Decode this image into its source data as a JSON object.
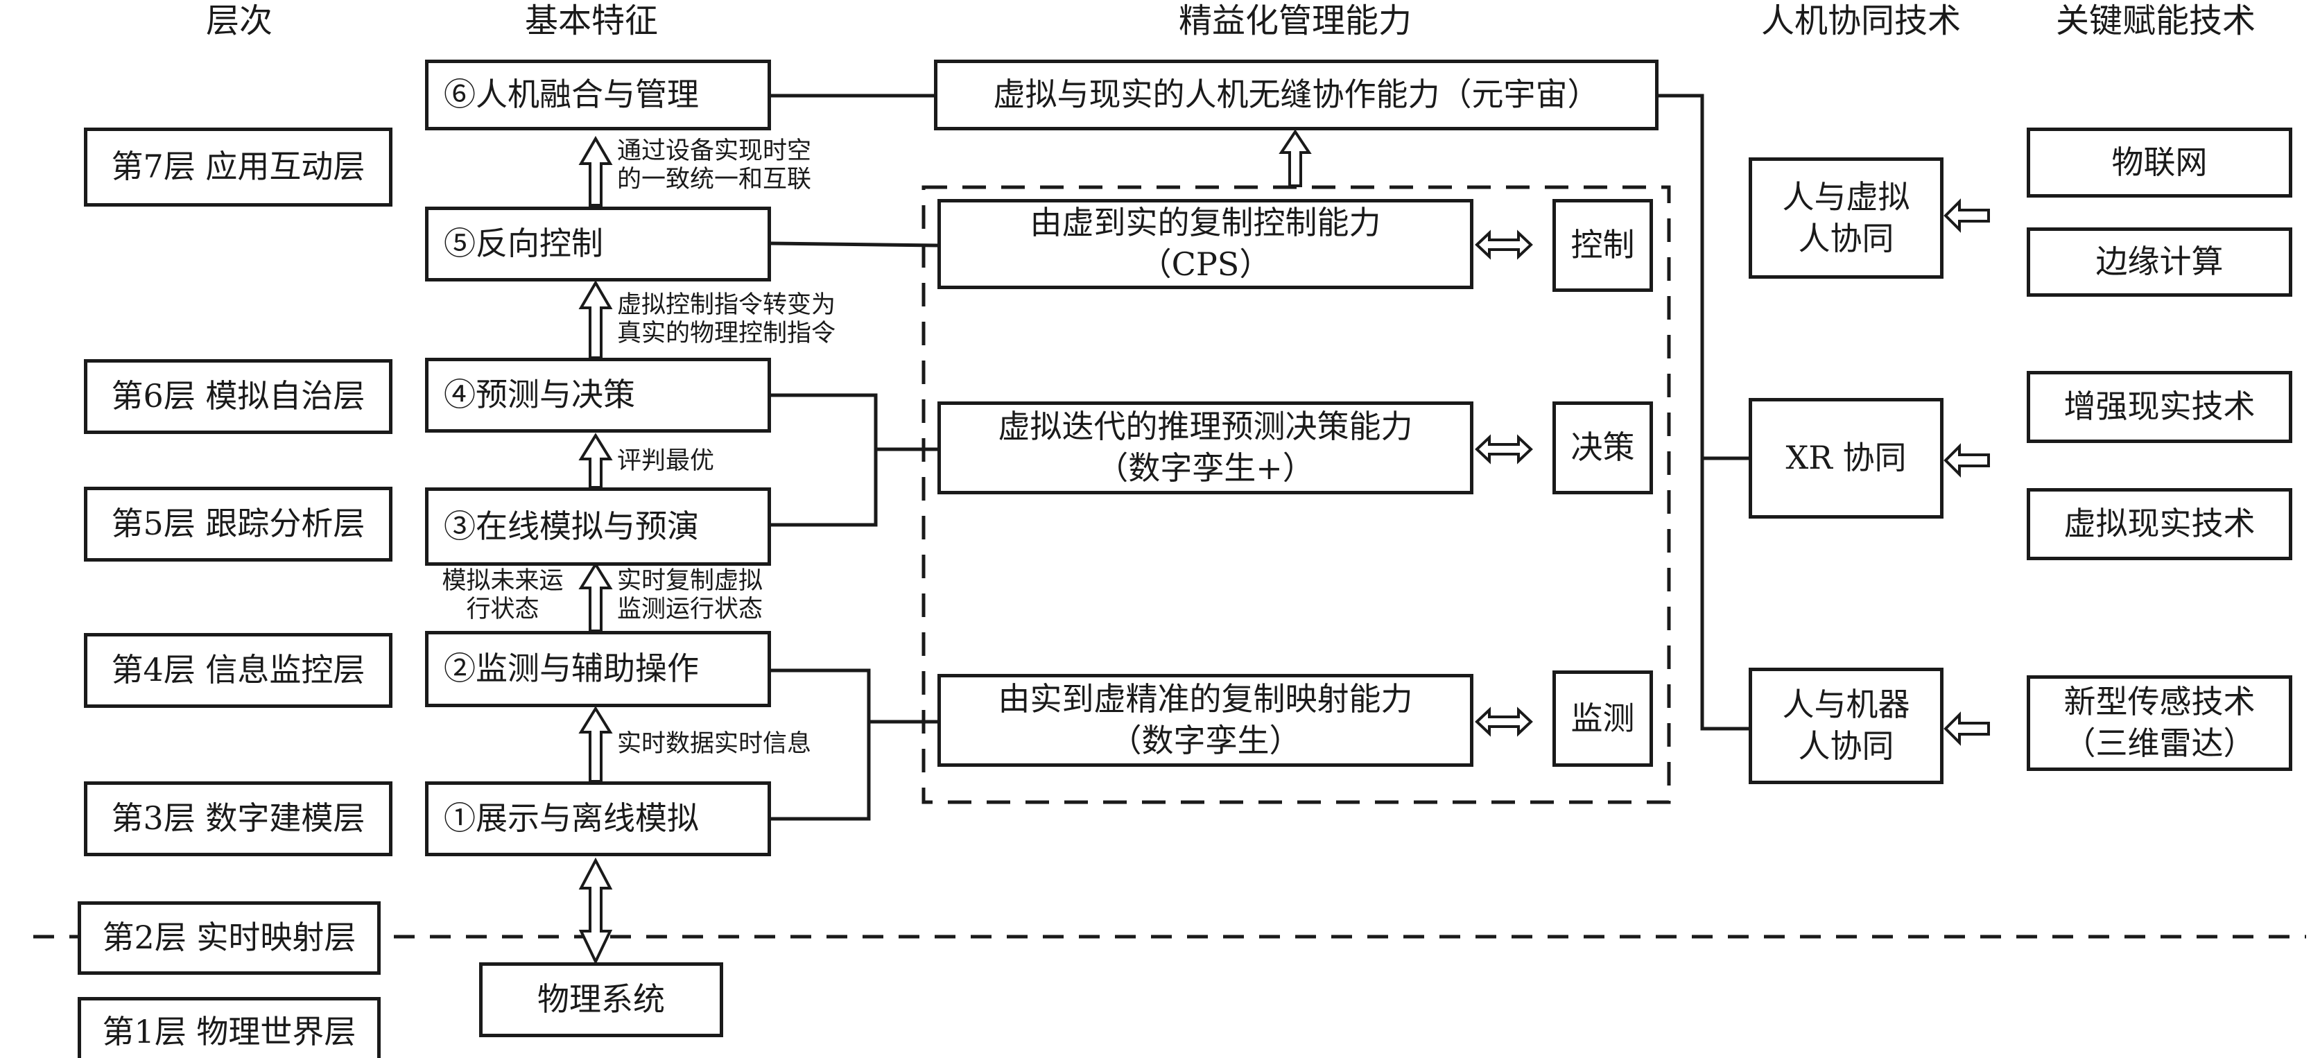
{
  "headers": {
    "layers": "层次",
    "features": "基本特征",
    "lean_capability": "精益化管理能力",
    "hmc_tech": "人机协同技术",
    "enabling_tech": "关键赋能技术"
  },
  "layers": [
    {
      "label": "第7层 应用互动层"
    },
    {
      "label": "第6层 模拟自治层"
    },
    {
      "label": "第5层 跟踪分析层"
    },
    {
      "label": "第4层 信息监控层"
    },
    {
      "label": "第3层 数字建模层"
    },
    {
      "label": "第2层 实时映射层"
    },
    {
      "label": "第1层 物理世界层"
    }
  ],
  "features": [
    {
      "label": "⑥人机融合与管理"
    },
    {
      "label": "⑤反向控制"
    },
    {
      "label": "④预测与决策"
    },
    {
      "label": "③在线模拟与预演"
    },
    {
      "label": "②监测与辅助操作"
    },
    {
      "label": "①展示与离线模拟"
    }
  ],
  "physical_system": "物理系统",
  "arrow_notes": {
    "n5_to_6": [
      "通过设备实现时空",
      "的一致统一和互联"
    ],
    "n4_to_5": [
      "虚拟控制指令转变为",
      "真实的物理控制指令"
    ],
    "n3_to_4": [
      "评判最优"
    ],
    "n2_to_3_left": [
      "模拟未来运",
      "行状态"
    ],
    "n2_to_3_right": [
      "实时复制虚拟",
      "监测运行状态"
    ],
    "n1_to_2": [
      "实时数据实时信息"
    ]
  },
  "capabilities": {
    "metaverse": "虚拟与现实的人机无缝协作能力（元宇宙）",
    "cps": {
      "line1": "由虚到实的复制控制能力",
      "line2": "（CPS）",
      "tag": "控制"
    },
    "dt_plus": {
      "line1": "虚拟迭代的推理预测决策能力",
      "line2": "（数字孪生+）",
      "tag": "决策"
    },
    "dt": {
      "line1": "由实到虚精准的复制映射能力",
      "line2": "（数字孪生）",
      "tag": "监测"
    }
  },
  "hmc": [
    {
      "line1": "人与虚拟",
      "line2": "人协同"
    },
    {
      "line1": "XR 协同",
      "line2": ""
    },
    {
      "line1": "人与机器",
      "line2": "人协同"
    }
  ],
  "enabling": [
    {
      "line1": "物联网",
      "line2": ""
    },
    {
      "line1": "边缘计算",
      "line2": ""
    },
    {
      "line1": "增强现实技术",
      "line2": ""
    },
    {
      "line1": "虚拟现实技术",
      "line2": ""
    },
    {
      "line1": "新型传感技术",
      "line2": "（三维雷达）"
    }
  ]
}
